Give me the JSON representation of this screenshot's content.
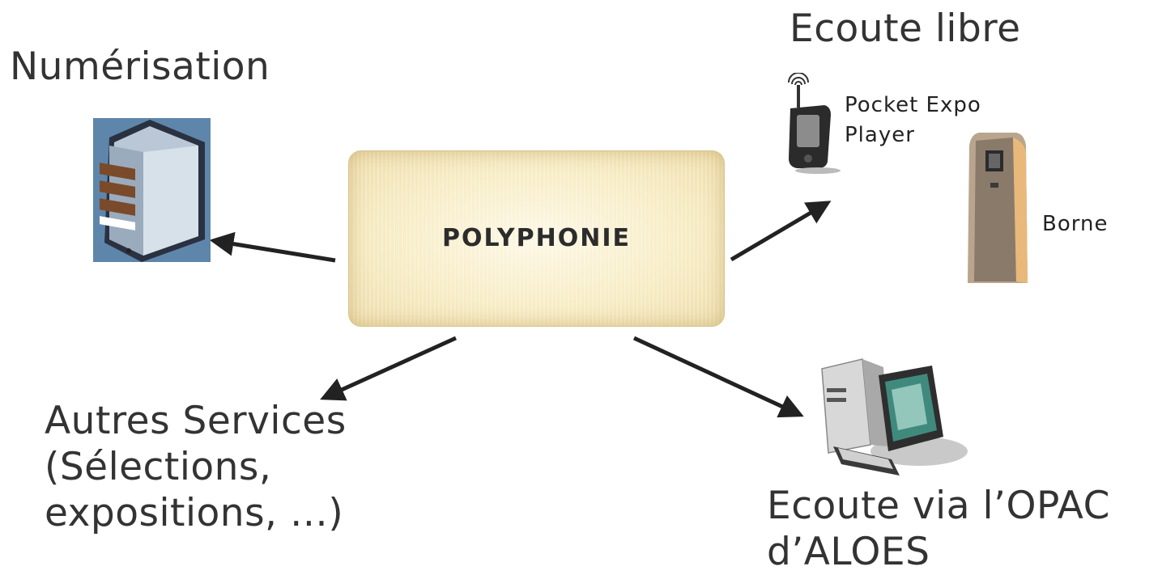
{
  "center": {
    "title": "POLYPHONIE"
  },
  "nodes": {
    "scan": {
      "title": "Numérisation",
      "icon": "server-icon"
    },
    "free_listen": {
      "title": "Ecoute libre",
      "pocket": {
        "line1": "Pocket Expo",
        "line2": "Player",
        "icon": "pda-icon"
      },
      "kiosk": {
        "label": "Borne",
        "icon": "kiosk-icon"
      }
    },
    "other": {
      "line1": "Autres Services",
      "line2": "(Sélections,",
      "line3": "expositions, …)"
    },
    "opac": {
      "line1": "Ecoute via l’OPAC",
      "line2": "d’ALOES",
      "icon": "desktop-computer-icon"
    }
  },
  "colors": {
    "arrow": "#222222",
    "box": "#f7ecc4",
    "text": "#333333"
  }
}
